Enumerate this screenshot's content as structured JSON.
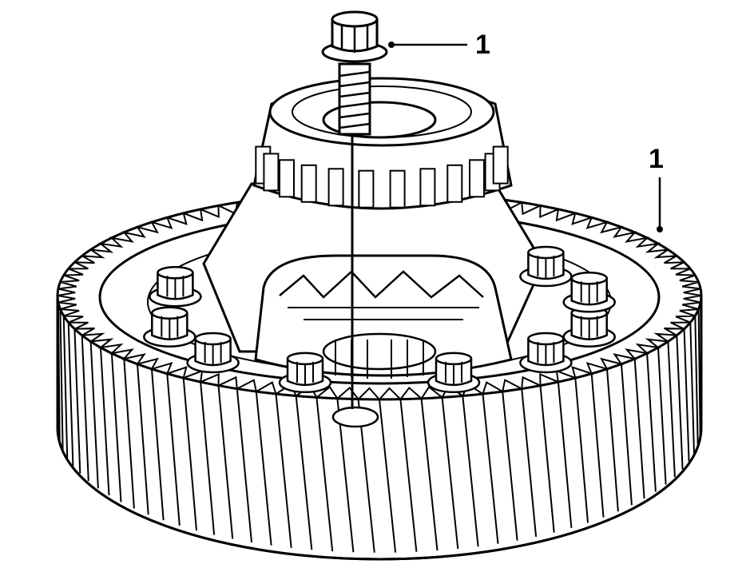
{
  "diagram": {
    "callouts": [
      {
        "id": "bolt",
        "label": "1"
      },
      {
        "id": "gear",
        "label": "1"
      }
    ]
  }
}
